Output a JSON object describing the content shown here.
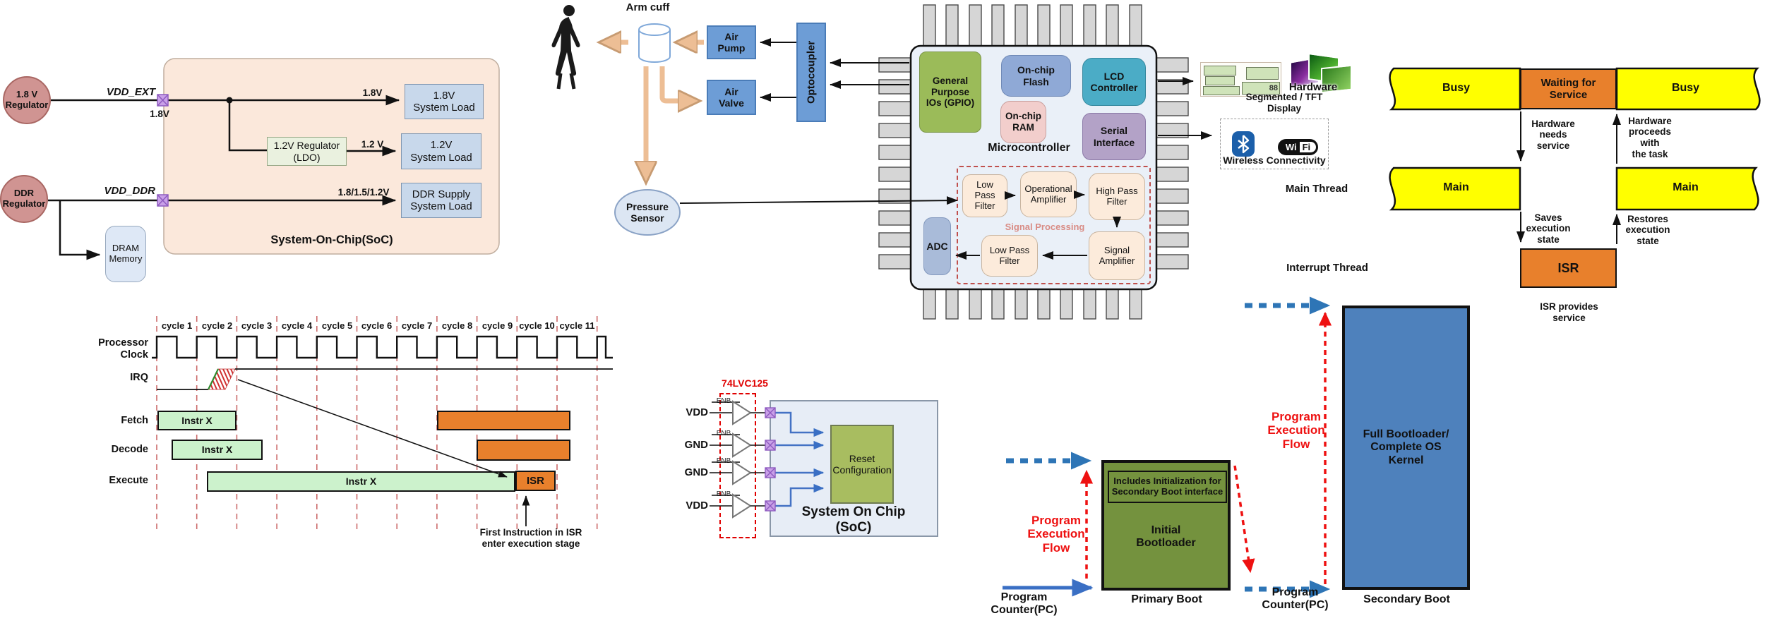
{
  "power": {
    "reg18": "1.8 V\nRegulator",
    "regddr": "DDR\nRegulator",
    "vdd_ext": "VDD_EXT",
    "vdd_ddr": "VDD_DDR",
    "v18_under": "1.8V",
    "soc_title": "System-On-Chip(SoC)",
    "load18": "1.8V\nSystem Load",
    "ldo": "1.2V Regulator\n(LDO)",
    "load12": "1.2V\nSystem Load",
    "loadddr": "DDR Supply\nSystem Load",
    "arrow18": "1.8V",
    "arrow12": "1.2 V",
    "arrowddr": "1.8/1.5/1.2V",
    "dram": "DRAM\nMemory"
  },
  "bp": {
    "arm_cuff": "Arm cuff",
    "air_pump": "Air\nPump",
    "air_valve": "Air\nValve",
    "optocoupler": "Optocoupler",
    "pressure_sensor": "Pressure\nSensor"
  },
  "mcu": {
    "title": "Microcontroller",
    "gpio": "General\nPurpose\nIOs (GPIO)",
    "flash": "On-chip\nFlash",
    "lcd": "LCD\nController",
    "ram": "On-chip\nRAM",
    "serial": "Serial\nInterface",
    "adc": "ADC",
    "lpf1": "Low\nPass\nFilter",
    "opamp": "Operational\nAmplifier",
    "hpf": "High Pass\nFilter",
    "sigamp": "Signal\nAmplifier",
    "lpf2": "Low Pass\nFilter",
    "signal_processing": "Signal Processing"
  },
  "peripherals": {
    "segmented_digits": "88",
    "segmented_label": "Segmented / TFT Display",
    "hardware": "Hardware",
    "wifi_wi": "Wi",
    "wifi_fi": "Fi",
    "wireless": "Wireless Connectivity",
    "main_thread": "Main Thread",
    "interrupt_thread": "Interrupt Thread"
  },
  "threads": {
    "busy_left": "Busy",
    "waiting": "Waiting for\nService",
    "busy_right": "Busy",
    "main_left": "Main",
    "main_right": "Main",
    "isr": "ISR",
    "hw_needs": "Hardware\nneeds service",
    "hw_proceeds": "Hardware\nproceeds with\nthe task",
    "saves": "Saves\nexecution\nstate",
    "restores": "Restores\nexecution\nstate",
    "isr_provides": "ISR provides\nservice"
  },
  "timing": {
    "cycles": [
      "cycle 1",
      "cycle 2",
      "cycle 3",
      "cycle 4",
      "cycle 5",
      "cycle 6",
      "cycle 7",
      "cycle 8",
      "cycle 9",
      "cycle 10",
      "cycle 11"
    ],
    "rows": [
      "Processor Clock",
      "IRQ",
      "Fetch",
      "Decode",
      "Execute"
    ],
    "instr_x": "Instr X",
    "isr": "ISR",
    "caption": "First Instruction in ISR\nenter execution stage"
  },
  "lvc": {
    "title": "74LVC125",
    "rows": [
      "VDD",
      "GND",
      "GND",
      "VDD"
    ],
    "enb": "ENB",
    "reset": "Reset\nConfiguration",
    "soc": "System On Chip\n(SoC)"
  },
  "boot": {
    "pef": "Program\nExecution\nFlow",
    "pc1": "Program\nCounter(PC)",
    "pc2": "Program\nCounter(PC)",
    "includes": "Includes Initialization for\nSecondary Boot interface",
    "initial": "Initial\nBootloader",
    "primary": "Primary Boot",
    "full": "Full Bootloader/\nComplete OS\nKernel",
    "secondary": "Secondary Boot"
  },
  "colors": {
    "band_yellow": "#FFFF00",
    "band_orange": "#E8802C",
    "timing_green": "#CCF2CC",
    "olive_green": "#74923E",
    "steel_blue": "#4E81BC",
    "mcu_gpio_green": "#9BBB59",
    "mcu_teal": "#4BACC6",
    "mcu_purple": "#B3A2C7",
    "peach_soc": "#FBE8DB",
    "regulator_rose": "#D09492",
    "connector_purple": "#C9A0E8",
    "signal_red_dash": "#C0504D",
    "flow_red": "#EE1111",
    "flow_blue": "#2E75B6",
    "tan_arrow": "#EDBE95"
  }
}
